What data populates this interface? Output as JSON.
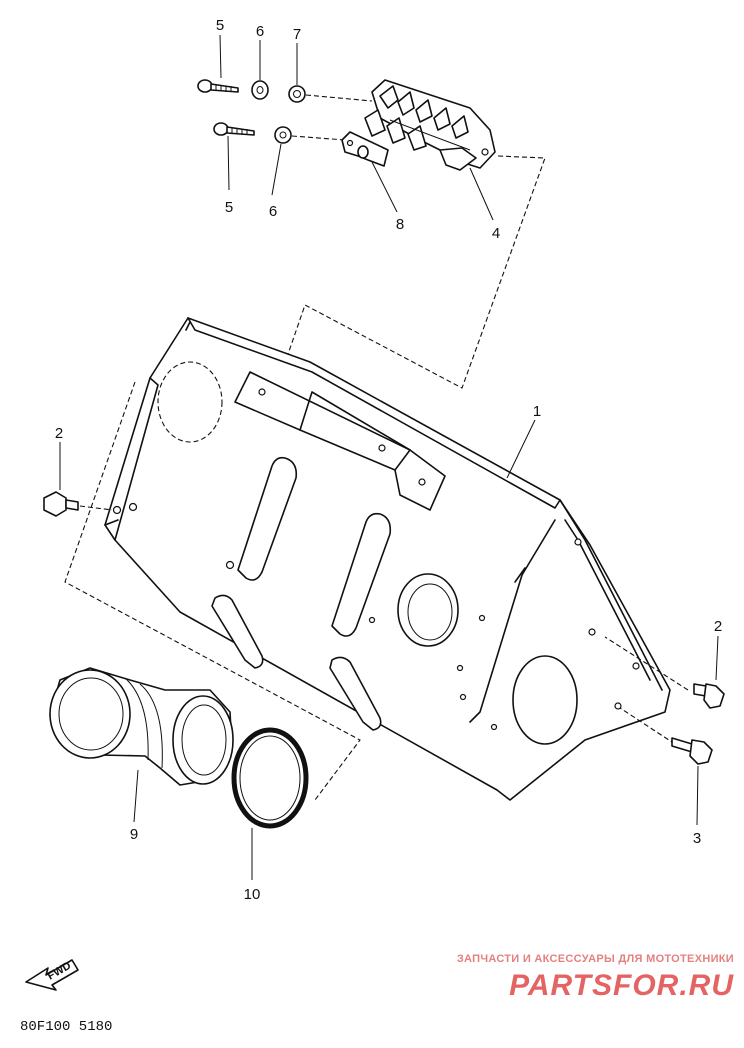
{
  "diagram": {
    "callouts": [
      {
        "id": "c5a",
        "label": "5"
      },
      {
        "id": "c6a",
        "label": "6"
      },
      {
        "id": "c7",
        "label": "7"
      },
      {
        "id": "c5b",
        "label": "5"
      },
      {
        "id": "c6b",
        "label": "6"
      },
      {
        "id": "c8",
        "label": "8"
      },
      {
        "id": "c4",
        "label": "4"
      },
      {
        "id": "c1",
        "label": "1"
      },
      {
        "id": "c2a",
        "label": "2"
      },
      {
        "id": "c2b",
        "label": "2"
      },
      {
        "id": "c3",
        "label": "3"
      },
      {
        "id": "c9",
        "label": "9"
      },
      {
        "id": "c10",
        "label": "10"
      }
    ],
    "fwd_label": "FWD",
    "diagram_code": "80F100 5180"
  },
  "watermark": {
    "tagline": "ЗАПЧАСТИ И АКСЕССУАРЫ ДЛЯ МОТОТЕХНИКИ",
    "logo": "PARTSFOR.RU",
    "color": "#e04848"
  }
}
